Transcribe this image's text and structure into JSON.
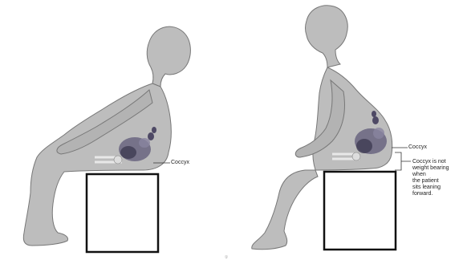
{
  "figure": {
    "left_panel": {
      "labels": {
        "coccyx": "Coccyx"
      }
    },
    "right_panel": {
      "labels": {
        "coccyx": "Coccyx",
        "note_lines": [
          "Coccyx is not",
          "weight bearing",
          "when",
          "the patient",
          "sits leaning",
          "forward."
        ]
      }
    },
    "credit_mark": "©"
  },
  "colors": {
    "body_fill": "#bdbdbd",
    "body_outline": "#777777",
    "skeleton": "#5a5570",
    "box_stroke": "#111111",
    "text": "#222222"
  }
}
